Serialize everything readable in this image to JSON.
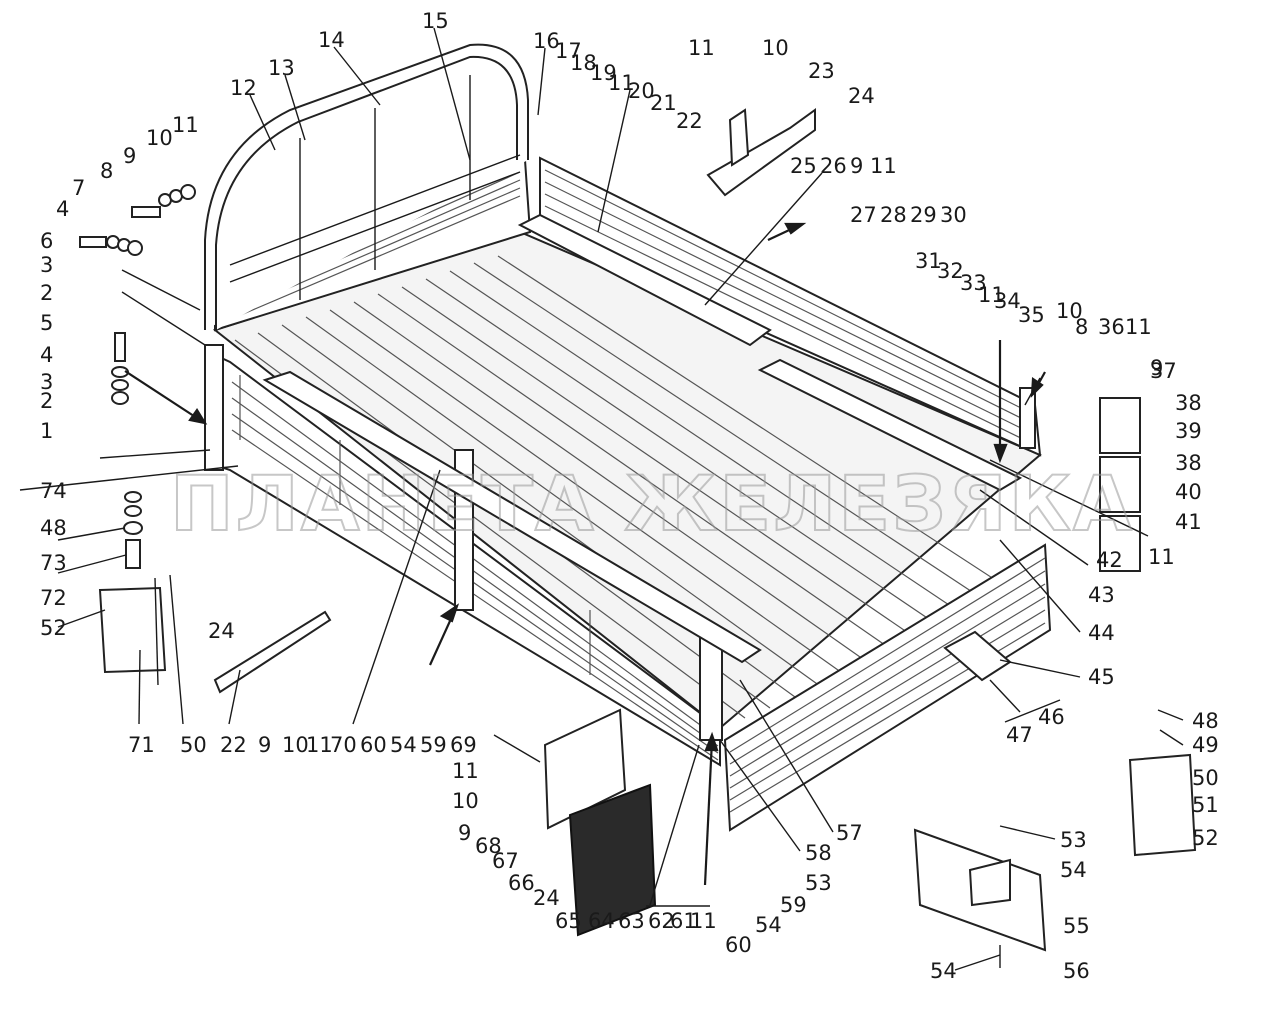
{
  "watermark": "ПЛАНЕТА ЖЕЛЕЗЯКА",
  "callouts": {
    "c1": "1",
    "c2a": "2",
    "c2b": "2",
    "c3a": "3",
    "c3b": "3",
    "c4a": "4",
    "c4b": "4",
    "c5": "5",
    "c6": "6",
    "c7": "7",
    "c8a": "8",
    "c8b": "8",
    "c9a": "9",
    "c9b": "9",
    "c9c": "9",
    "c9d": "9",
    "c9e": "9",
    "c10a": "10",
    "c10b": "10",
    "c10c": "10",
    "c10d": "10",
    "c10e": "10",
    "c11a": "11",
    "c11b": "11",
    "c11c": "11",
    "c11d": "11",
    "c11e": "11",
    "c11f": "11",
    "c11g": "11",
    "c11h": "11",
    "c11i": "11",
    "c11j": "11",
    "c12": "12",
    "c13": "13",
    "c14": "14",
    "c15": "15",
    "c16": "16",
    "c17": "17",
    "c18": "18",
    "c19": "19",
    "c20": "20",
    "c21": "21",
    "c22a": "22",
    "c22b": "22",
    "c23": "23",
    "c24a": "24",
    "c24b": "24",
    "c24c": "24",
    "c25": "25",
    "c26": "26",
    "c27": "27",
    "c28": "28",
    "c29": "29",
    "c30": "30",
    "c31": "31",
    "c32": "32",
    "c33": "33",
    "c34": "34",
    "c35": "35",
    "c36": "36",
    "c37": "37",
    "c38a": "38",
    "c38b": "38",
    "c39": "39",
    "c40": "40",
    "c41": "41",
    "c42": "42",
    "c43": "43",
    "c44": "44",
    "c45": "45",
    "c46": "46",
    "c47": "47",
    "c48a": "48",
    "c48b": "48",
    "c49": "49",
    "c50a": "50",
    "c50b": "50",
    "c51": "51",
    "c52a": "52",
    "c52b": "52",
    "c53a": "53",
    "c53b": "53",
    "c54a": "54",
    "c54b": "54",
    "c54c": "54",
    "c54d": "54",
    "c55": "55",
    "c56": "56",
    "c57": "57",
    "c58": "58",
    "c59a": "59",
    "c59b": "59",
    "c60a": "60",
    "c60b": "60",
    "c61": "61",
    "c62": "62",
    "c63": "63",
    "c64": "64",
    "c65": "65",
    "c66": "66",
    "c67": "67",
    "c68": "68",
    "c69": "69",
    "c70": "70",
    "c71": "71",
    "c72": "72",
    "c73": "73",
    "c74": "74"
  }
}
